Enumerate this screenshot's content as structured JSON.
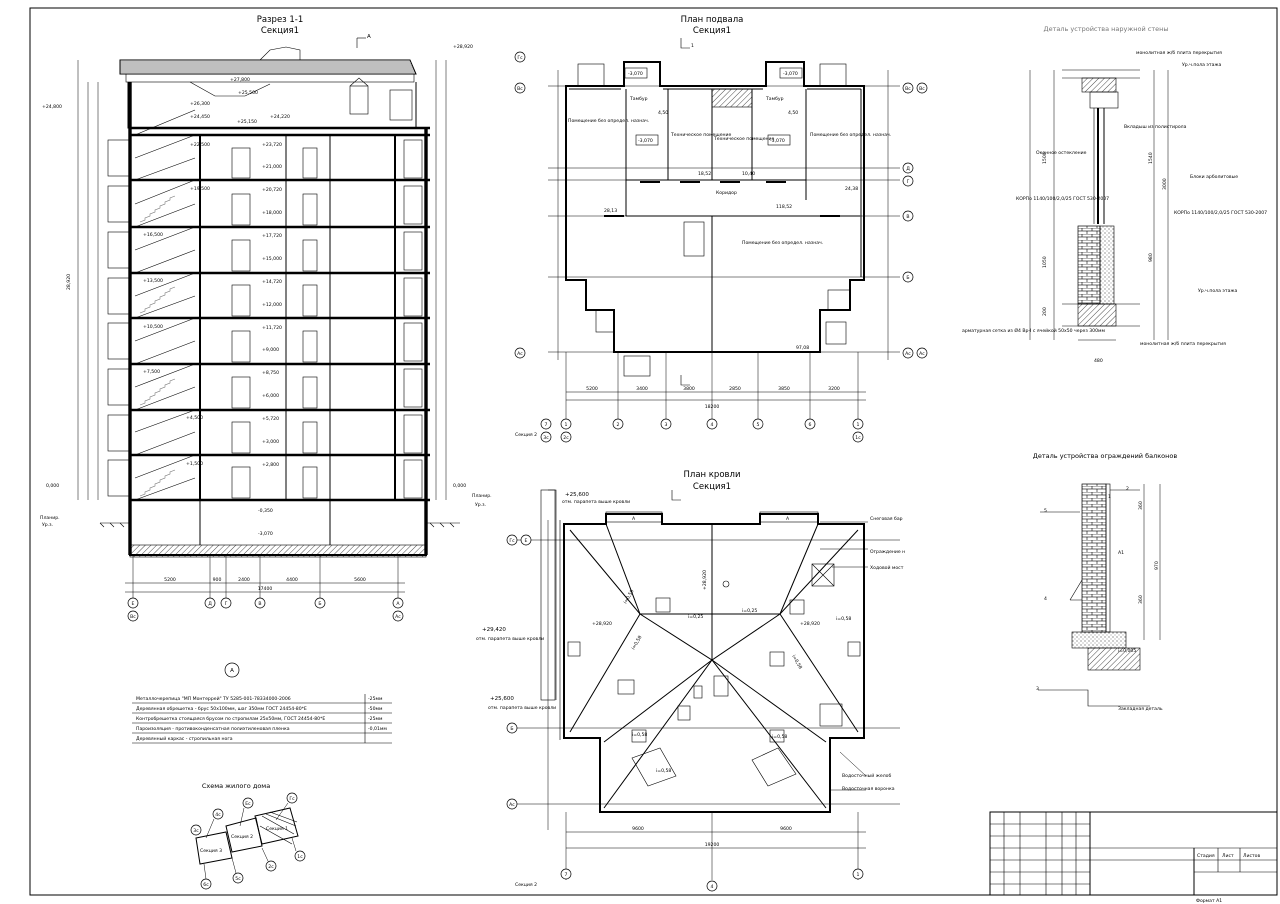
{
  "section": {
    "title": "Разрез 1-1",
    "subtitle": "Секция1",
    "cut_mark": "А",
    "levels_left": [
      "+24,800",
      "0,000",
      "Планир.",
      "Ур.з."
    ],
    "levels_right": [
      "+28,920",
      "+27,800",
      "+25,500",
      "+25,150",
      "+24,220",
      "+26,300",
      "+24,450",
      "+22,500",
      "+19,500",
      "+16,500",
      "+13,500",
      "+10,500",
      "+7,500",
      "+4,500",
      "+1,500",
      "0,000",
      "Планир.",
      "Ур.з."
    ],
    "floor_levels": [
      "+23,720",
      "+21,000",
      "+20,720",
      "+18,000",
      "+17,720",
      "+15,000",
      "+14,720",
      "+12,000",
      "+11,720",
      "+9,000",
      "+8,750",
      "+6,000",
      "+5,720",
      "+3,000",
      "+2,800",
      "-0,350",
      "-3,070"
    ],
    "dims_bottom": [
      "5200",
      "900",
      "2400",
      "4400",
      "5600",
      "17400"
    ],
    "total_height": "28,920",
    "axes": [
      "Е",
      "Д",
      "Г",
      "В",
      "Б",
      "А"
    ],
    "axes_sub": [
      "Вс",
      "Ас"
    ]
  },
  "roof_legend": {
    "mark": "А",
    "rows": [
      {
        "text": "Металлочерепица \"МП Монтеррей\"   ТУ 5285-001-78334000-2006",
        "value": "-25мм"
      },
      {
        "text": "Деревянная обрешетка - брус 50х100мм, шаг 350мм ГОСТ 24454-80*Е",
        "value": "-50мм"
      },
      {
        "text": "Контробрешетка стоящаяся брусом по стропилам 25х50мм, ГОСТ 24454-80*Е",
        "value": "-25мм"
      },
      {
        "text": "Пароизоляция - противоконденсатная полиэтиленовая пленка",
        "value": "-0,01мм"
      },
      {
        "text": "Деревянный каркас - стропильная нога",
        "value": ""
      }
    ]
  },
  "scheme": {
    "title": "Схема жилого дома",
    "sections": [
      "Секция 3",
      "Секция 2",
      "Секция 1"
    ],
    "axes": [
      "Гс",
      "Ес",
      "4с",
      "3с",
      "1с",
      "2с",
      "5с",
      "6с"
    ]
  },
  "basement": {
    "title": "План подвала",
    "subtitle": "Секция1",
    "rooms": [
      {
        "name": "Помещение без определ. назнач.",
        "area": "28,13"
      },
      {
        "name": "Тамбур",
        "area": "4,50"
      },
      {
        "name": "Техническое помещение",
        "area": "18,52"
      },
      {
        "name": "Техническое помещение",
        "area": "10,40"
      },
      {
        "name": "Тамбур",
        "area": "4,50"
      },
      {
        "name": "Помещение без определ. назнач.",
        "area": "24,38"
      },
      {
        "name": "Коридор",
        "area": "118,52"
      },
      {
        "name": "Помещение без определ. назнач.",
        "area": "97,08"
      }
    ],
    "levels": [
      "-3,070",
      "-3,070",
      "-3,070",
      "-3,070"
    ],
    "dims_bottom": [
      "5200",
      "3400",
      "3800",
      "2850",
      "3850",
      "3200",
      "18200"
    ],
    "axes_h": [
      "7",
      "6",
      "5",
      "4",
      "3",
      "2",
      "1"
    ],
    "axes_h_sub": [
      "3с",
      "2с",
      "1с"
    ],
    "axes_v": [
      "Гс",
      "Вс",
      "Д",
      "Г",
      "В",
      "Б",
      "Ас"
    ],
    "section_label": "Секция 2",
    "cut": "1"
  },
  "roof": {
    "title": "План кровли",
    "subtitle": "Секция1",
    "levels": [
      "+25,600",
      "+28,920",
      "+28,920",
      "+29,420",
      "+25,600",
      "+28,920"
    ],
    "notes": [
      "отм. парапета выше кровли",
      "отм. парапета выше кровли",
      "отм. парапета выше кровли"
    ],
    "slopes": [
      "i=0,58",
      "i=0,25",
      "i=0,25",
      "i=0,58",
      "i=0,58",
      "i=0,58",
      "i=0,58",
      "i=0,58",
      "i=0,58"
    ],
    "callouts": [
      "Снеговая бар",
      "Ограждение н",
      "Ходовой мост",
      "Водосточный желоб",
      "Водосточная воронка"
    ],
    "dims_bottom": [
      "9600",
      "9600",
      "19200"
    ],
    "axes_h": [
      "7",
      "4",
      "1"
    ],
    "axes_v": [
      "Гс",
      "Е",
      "Б",
      "Ас"
    ],
    "section_label": "Секция 2"
  },
  "wall_detail": {
    "title": "Деталь устройства наружной стены",
    "labels": [
      "монолитная ж/б плита перекрытия",
      "Ур.ч.пола этажа",
      "Оконное остекление",
      "Вкладыш из полистирола",
      "Блоки арболитовые",
      "КОРПо 1140/100/2,0/25 ГОСТ 530-2007",
      "КОРПо 1140/100/2,0/25 ГОСТ 530-2007",
      "Ур.ч.пола этажа",
      "арматурная сетка из Ø4 Вр-I с ячейкой 50х50 через 300мм",
      "монолитная ж/б плита перекрытия"
    ],
    "dims": [
      "1500",
      "1050",
      "200",
      "3000",
      "1540",
      "980",
      "480"
    ]
  },
  "balcony_detail": {
    "title": "Деталь устройства ограждений балконов",
    "marks": [
      "1",
      "2",
      "3",
      "4",
      "5",
      "А1"
    ],
    "labels": [
      "Закладная деталь",
      "i=0,005"
    ],
    "dims": [
      "360",
      "970",
      "360"
    ]
  },
  "title_block": {
    "stage": "Стадия",
    "sheet": "Лист",
    "sheets": "Листов",
    "format": "Формат А1"
  }
}
